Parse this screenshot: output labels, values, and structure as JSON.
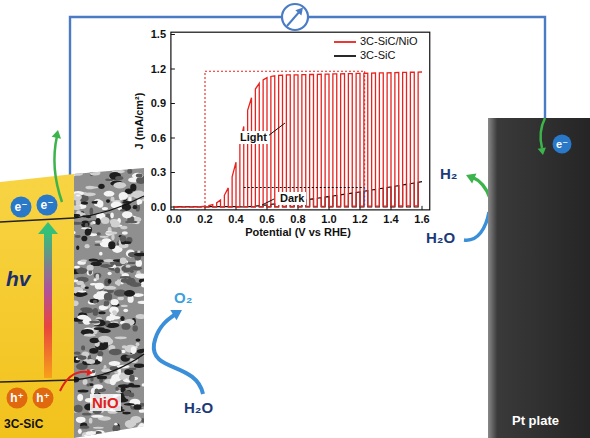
{
  "diagram": {
    "nodes": [
      {
        "text": [
          "3C-SiC"
        ]
      },
      {
        "text": [
          "e⁻"
        ],
        "in": 0
      },
      {
        "text": [
          "e⁻"
        ],
        "in": 0
      },
      {
        "text": [
          "h⁺"
        ],
        "in": 0
      },
      {
        "text": [
          "h⁺"
        ],
        "in": 0
      },
      {
        "text": [
          "NiO"
        ],
        "in": 0
      },
      {
        "text": [
          "Pt plate"
        ]
      },
      {
        "text": [
          "e⁻"
        ],
        "in": 6
      }
    ],
    "edges": [
      {
        "from": 0,
        "to": 6,
        "arrow": "none"
      }
    ],
    "labels": [
      "J (mA/cm²)",
      "1.5",
      "1.2",
      "0.9",
      "0.6",
      "0.3",
      "0.0",
      "0.0",
      "0.2",
      "0.4",
      "0.6",
      "0.8",
      "1.0",
      "1.2",
      "1.4",
      "1.6",
      "Potential (V vs RHE)",
      "Light",
      "Dark",
      "hv",
      "O₂",
      "H₂O",
      "H₂",
      "H₂O"
    ],
    "legend": [
      {
        "text": "3C-SiC/NiO"
      },
      {
        "text": "3C-SiC"
      }
    ]
  }
}
